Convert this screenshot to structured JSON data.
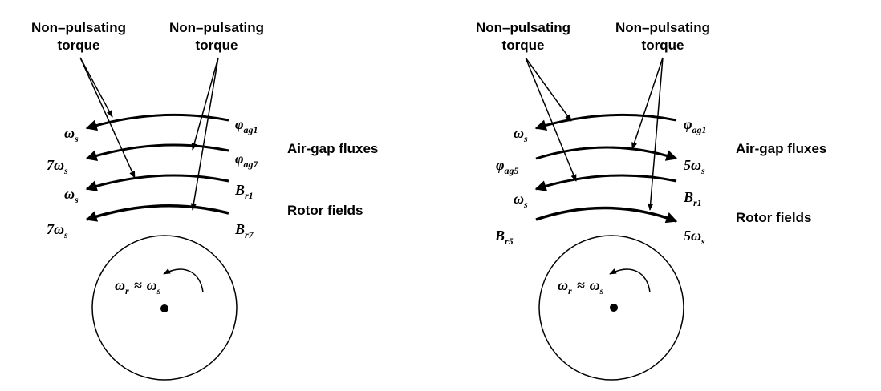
{
  "panels": [
    {
      "torque_left": [
        "Non–pulsating",
        "torque"
      ],
      "torque_right": [
        "Non–pulsating",
        "torque"
      ],
      "arcs": [
        {
          "left": "ω",
          "left_sub": "s",
          "left_coef": "",
          "right": "φ",
          "right_sub": "ag1",
          "right_coef": ""
        },
        {
          "left": "ω",
          "left_sub": "s",
          "left_coef": "7",
          "right": "φ",
          "right_sub": "ag7",
          "right_coef": ""
        },
        {
          "left": "ω",
          "left_sub": "s",
          "left_coef": "",
          "right": "B",
          "right_sub": "r1",
          "right_coef": ""
        },
        {
          "left": "ω",
          "left_sub": "s",
          "left_coef": "7",
          "right": "B",
          "right_sub": "r7",
          "right_coef": ""
        }
      ],
      "airgap_label": "Air-gap fluxes",
      "rotor_label": "Rotor fields",
      "rotor_speed": {
        "a": "ω",
        "a_sub": "r",
        "rel": "≈",
        "b": "ω",
        "b_sub": "s"
      }
    },
    {
      "torque_left": [
        "Non–pulsating",
        "torque"
      ],
      "torque_right": [
        "Non–pulsating",
        "torque"
      ],
      "arcs": [
        {
          "left": "ω",
          "left_sub": "s",
          "left_coef": "",
          "right": "φ",
          "right_sub": "ag1",
          "right_coef": ""
        },
        {
          "left": "φ",
          "left_sub": "ag5",
          "left_coef": "",
          "right": "ω",
          "right_sub": "s",
          "right_coef": "5"
        },
        {
          "left": "ω",
          "left_sub": "s",
          "left_coef": "",
          "right": "B",
          "right_sub": "r1",
          "right_coef": ""
        },
        {
          "left": "B",
          "left_sub": "r5",
          "left_coef": "",
          "right": "ω",
          "right_sub": "s",
          "right_coef": "5"
        }
      ],
      "airgap_label": "Air-gap fluxes",
      "rotor_label": "Rotor fields",
      "rotor_speed": {
        "a": "ω",
        "a_sub": "r",
        "rel": "≈",
        "b": "ω",
        "b_sub": "s"
      }
    }
  ]
}
